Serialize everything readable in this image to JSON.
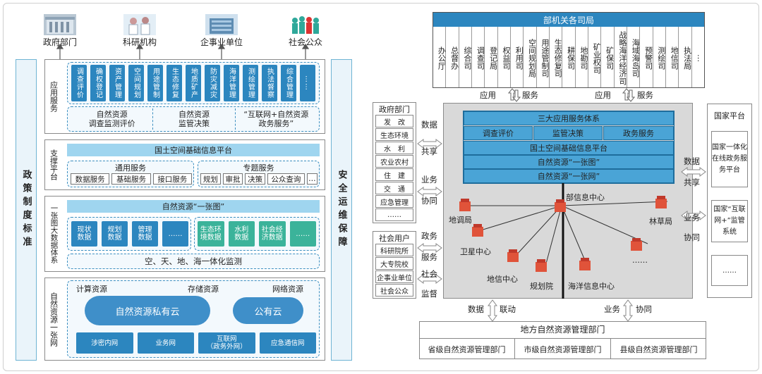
{
  "left": {
    "top_icons": [
      {
        "label": "政府部门",
        "icon": "government-building-icon"
      },
      {
        "label": "科研机构",
        "icon": "researchers-icon"
      },
      {
        "label": "企事业单位",
        "icon": "office-building-icon"
      },
      {
        "label": "社会公众",
        "icon": "crowd-icon"
      }
    ],
    "left_col": "政策制度标准",
    "right_col": "安全运维保障",
    "app": {
      "label": "应用服务",
      "items": [
        "调查评价",
        "确权登记",
        "资产管理",
        "空间规划",
        "用途管制",
        "生态修复",
        "地质矿产",
        "防灾减灾",
        "海洋管理",
        "测绘管理",
        "执法督察",
        "综合管理",
        "……"
      ],
      "bottom": [
        "自然资源\n调查监测评价",
        "自然资源\n监管决策",
        "“互联网+自然资源\n政务服务”"
      ]
    },
    "support": {
      "label": "支撑平台",
      "title": "国土空间基础信息平台",
      "general": {
        "title": "通用服务",
        "items": [
          "数据服务",
          "基础服务",
          "接口服务"
        ]
      },
      "special": {
        "title": "专题服务",
        "items": [
          "规划",
          "审批",
          "决策",
          "公众查询",
          "…"
        ]
      }
    },
    "bigdata": {
      "label": "一张图大数据体系",
      "title": "自然资源“一张图”",
      "blue": [
        "现状\n数据",
        "规划\n数据",
        "管理\n数据",
        "……"
      ],
      "teal": [
        "生态环\n境数据",
        "水利\n数据",
        "社会经\n济数据",
        "……"
      ],
      "bottom": "空、天、地、海一体化监测"
    },
    "network": {
      "label": "自然资源一张网",
      "resources": [
        "计算资源",
        "存储资源",
        "网络资源"
      ],
      "clouds": [
        "自然资源私有云",
        "公有云"
      ],
      "nets": [
        "涉密内网",
        "业务网",
        "互联网\n（政务外网）",
        "应急通信网"
      ]
    }
  },
  "right": {
    "ministry": {
      "title": "部机关各司局",
      "items": [
        "办公厅",
        "总督办",
        "综合司",
        "调查司",
        "登记局",
        "权益司",
        "利用司",
        "空间规划局",
        "用途管制司",
        "生态修复司",
        "耕保司",
        "地勘司",
        "矿业权司",
        "矿保司",
        "战略海洋经济司",
        "海域海岛司",
        "预警司",
        "测绘司",
        "地信司",
        "执法局",
        "…"
      ]
    },
    "arrows": {
      "app": "应用",
      "service": "服务",
      "data": "数据",
      "share": "共享",
      "business": "业务",
      "cooperate": "协同",
      "affairs": "政务",
      "social": "社会",
      "supervise": "监督",
      "link": "联动"
    },
    "gov": {
      "title": "政府部门",
      "items": [
        "发　改",
        "生态环境",
        "水　利",
        "农业农村",
        "住　建",
        "交　通",
        "应急管理",
        "……"
      ]
    },
    "social_users": {
      "title": "社会用户",
      "items": [
        "科研院所",
        "大专院校",
        "企事业单位",
        "社会公众"
      ]
    },
    "center": {
      "bars": [
        "三大应用服务体系",
        "调查评价",
        "监管决策",
        "政务服务",
        "国土空间基础信息平台",
        "自然资源“一张图”",
        "自然资源“一张网”"
      ],
      "nodes": [
        "部信息中心",
        "地调局",
        "卫星中心",
        "地信中心",
        "规划院",
        "海洋信息中心",
        "林草局",
        "……"
      ]
    },
    "national": {
      "title": "国家平台",
      "items": [
        "国家一体化在线政务服务平台",
        "国家“互联网+”监管系统",
        "……"
      ]
    },
    "local": {
      "title": "地方自然资源管理部门",
      "items": [
        "省级自然资源管理部门",
        "市级自然资源管理部门",
        "县级自然资源管理部门"
      ]
    }
  },
  "colors": {
    "accent_blue": "#2c86bf",
    "light_blue": "#9fd5ef",
    "teal": "#3bb39a",
    "building": "#e0533a"
  }
}
